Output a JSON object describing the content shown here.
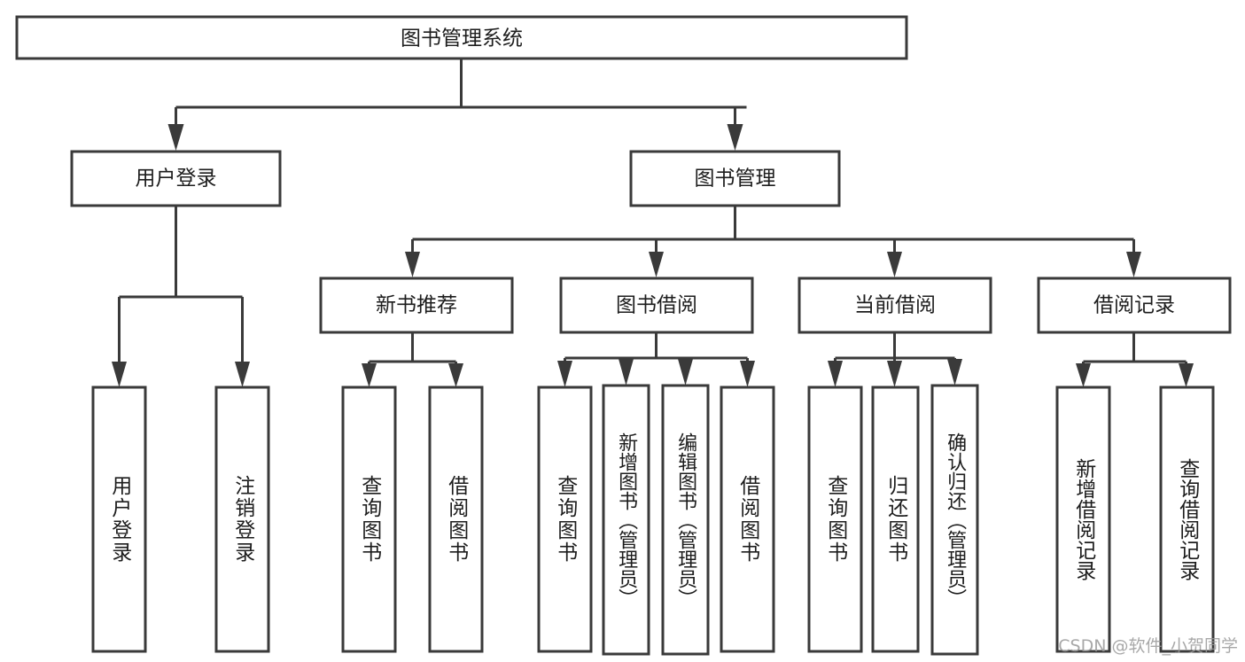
{
  "diagram": {
    "title": "图书管理系统",
    "watermark": "CSDN @软件_小贺同学",
    "colors": {
      "stroke": "#3a3a3a",
      "fill": "#ffffff",
      "text": "#1d1d1d",
      "watermark": "#9a9a9a",
      "background": "#ffffff"
    },
    "levels": {
      "root": {
        "label": "图书管理系统"
      },
      "level2": [
        {
          "label": "用户登录"
        },
        {
          "label": "图书管理"
        }
      ],
      "level3": [
        {
          "label": "新书推荐"
        },
        {
          "label": "图书借阅"
        },
        {
          "label": "当前借阅"
        },
        {
          "label": "借阅记录"
        }
      ],
      "leaves": [
        {
          "label": "用户登录",
          "parent": "用户登录"
        },
        {
          "label": "注销登录",
          "parent": "用户登录"
        },
        {
          "label": "查询图书",
          "parent": "新书推荐"
        },
        {
          "label": "借阅图书",
          "parent": "新书推荐"
        },
        {
          "label": "查询图书",
          "parent": "图书借阅"
        },
        {
          "label": "新增图书（管理员）",
          "parent": "图书借阅"
        },
        {
          "label": "编辑图书（管理员）",
          "parent": "图书借阅"
        },
        {
          "label": "借阅图书",
          "parent": "图书借阅"
        },
        {
          "label": "查询图书",
          "parent": "当前借阅"
        },
        {
          "label": "归还图书",
          "parent": "当前借阅"
        },
        {
          "label": "确认归还（管理员）",
          "parent": "当前借阅"
        },
        {
          "label": "新增借阅记录",
          "parent": "借阅记录"
        },
        {
          "label": "查询借阅记录",
          "parent": "借阅记录"
        }
      ]
    }
  }
}
